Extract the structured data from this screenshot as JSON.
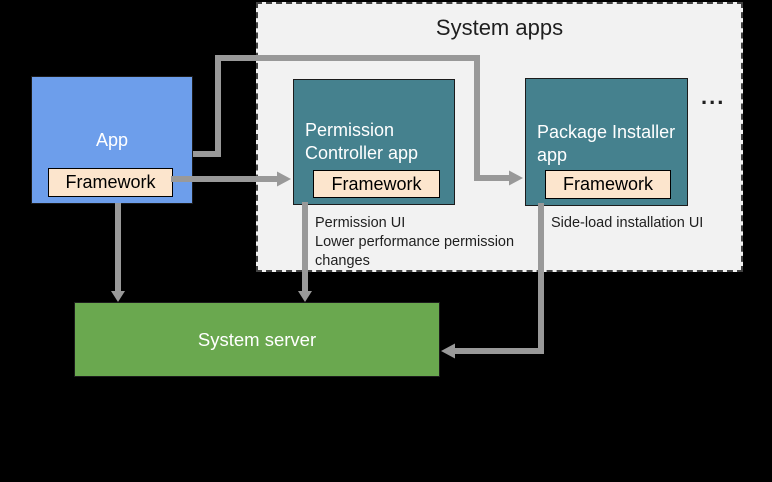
{
  "colors": {
    "page_bg": "#000000",
    "container_bg": "#f2f2f2",
    "container_border": "#424242",
    "app_blue": "#6d9eeb",
    "system_app_teal": "#45818e",
    "framework_bg": "#fce5cd",
    "framework_border": "#000000",
    "box_border": "#1c1c1c",
    "server_green": "#6aa84f",
    "connector_gray": "#999999",
    "text_dark": "#1f1f1f",
    "text_light": "#ffffff"
  },
  "system_apps": {
    "title": "System apps",
    "ellipsis": "...",
    "permission_controller": {
      "title": "Permission Controller app",
      "framework": "Framework",
      "note_line1": "Permission UI",
      "note_line2": "Lower performance permission changes"
    },
    "package_installer": {
      "title": "Package Installer app",
      "framework": "Framework",
      "note": "Side-load installation UI"
    }
  },
  "app": {
    "title": "App",
    "framework": "Framework"
  },
  "system_server": {
    "title": "System server"
  }
}
